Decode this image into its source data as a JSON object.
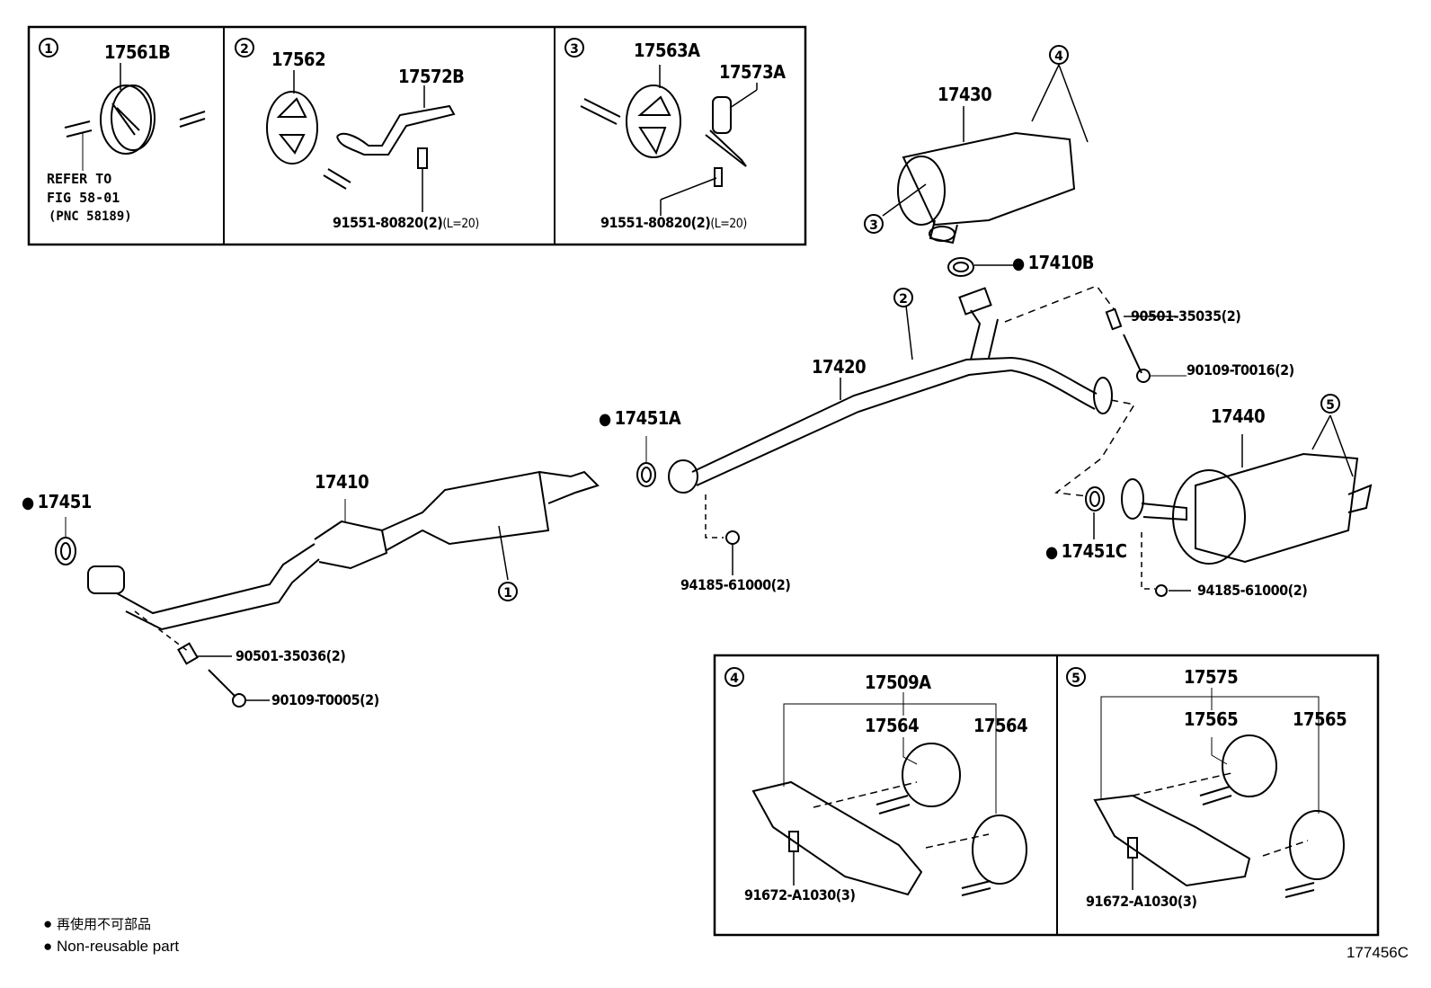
{
  "figure_id": "177456C",
  "legend": {
    "jp": "再使用不可部品",
    "en": "Non-reusable part"
  },
  "insets": [
    {
      "callout": "1",
      "parts": [
        "17561B"
      ],
      "note": [
        "REFER TO",
        "FIG 58-01",
        "(PNC 58189)"
      ]
    },
    {
      "callout": "2",
      "parts": [
        "17562",
        "17572B"
      ],
      "bolt": "91551-80820(2)",
      "bolt_note": "(L=20)"
    },
    {
      "callout": "3",
      "parts": [
        "17563A",
        "17573A"
      ],
      "bolt": "91551-80820(2)",
      "bolt_note": "(L=20)"
    },
    {
      "callout": "4",
      "kit": "17509A",
      "parts": [
        "17564",
        "17564"
      ],
      "bolt": "91672-A1030(3)"
    },
    {
      "callout": "5",
      "kit": "17575",
      "parts": [
        "17565",
        "17565"
      ],
      "bolt": "91672-A1030(3)"
    }
  ],
  "main": {
    "p17451": "17451",
    "p17410": "17410",
    "p90501_35036": "90501-35036(2)",
    "p90109_T0005": "90109-T0005(2)",
    "p17451A": "17451A",
    "p94185_a": "94185-61000(2)",
    "p17420": "17420",
    "p17430": "17430",
    "p17410B": "17410B",
    "p90501_35035": "90501-35035(2)",
    "p90109_T0016": "90109-T0016(2)",
    "p17440": "17440",
    "p17451C": "17451C",
    "p94185_b": "94185-61000(2)",
    "callouts": [
      "1",
      "2",
      "3",
      "4",
      "5"
    ]
  }
}
